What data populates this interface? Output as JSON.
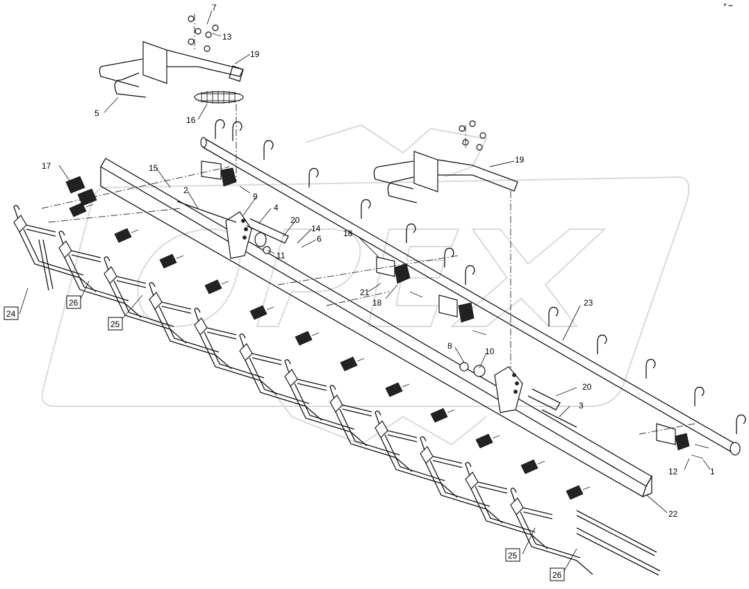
{
  "watermark": {
    "text": "OPEX"
  },
  "corner_mark": "◤ ▬",
  "callouts": [
    {
      "id": "c7",
      "text": "7"
    },
    {
      "id": "c13",
      "text": "13"
    },
    {
      "id": "c19a",
      "text": "19"
    },
    {
      "id": "c5",
      "text": "5"
    },
    {
      "id": "c16",
      "text": "16"
    },
    {
      "id": "c19b",
      "text": "19"
    },
    {
      "id": "c17",
      "text": "17"
    },
    {
      "id": "c15",
      "text": "15"
    },
    {
      "id": "c2",
      "text": "2"
    },
    {
      "id": "c9",
      "text": "9"
    },
    {
      "id": "c4",
      "text": "4"
    },
    {
      "id": "c20a",
      "text": "20"
    },
    {
      "id": "c14",
      "text": "14"
    },
    {
      "id": "c6",
      "text": "6"
    },
    {
      "id": "c11",
      "text": "11"
    },
    {
      "id": "c18a",
      "text": "18"
    },
    {
      "id": "c21",
      "text": "21"
    },
    {
      "id": "c18b",
      "text": "18"
    },
    {
      "id": "c23",
      "text": "23"
    },
    {
      "id": "c8",
      "text": "8"
    },
    {
      "id": "c10",
      "text": "10"
    },
    {
      "id": "c20b",
      "text": "20"
    },
    {
      "id": "c3",
      "text": "3"
    },
    {
      "id": "c12",
      "text": "12"
    },
    {
      "id": "c1",
      "text": "1"
    },
    {
      "id": "c22",
      "text": "22"
    }
  ],
  "boxed_callouts": [
    {
      "id": "b24",
      "text": "24"
    },
    {
      "id": "b26a",
      "text": "26"
    },
    {
      "id": "b25a",
      "text": "25"
    },
    {
      "id": "b25b",
      "text": "25"
    },
    {
      "id": "b26b",
      "text": "26"
    }
  ]
}
